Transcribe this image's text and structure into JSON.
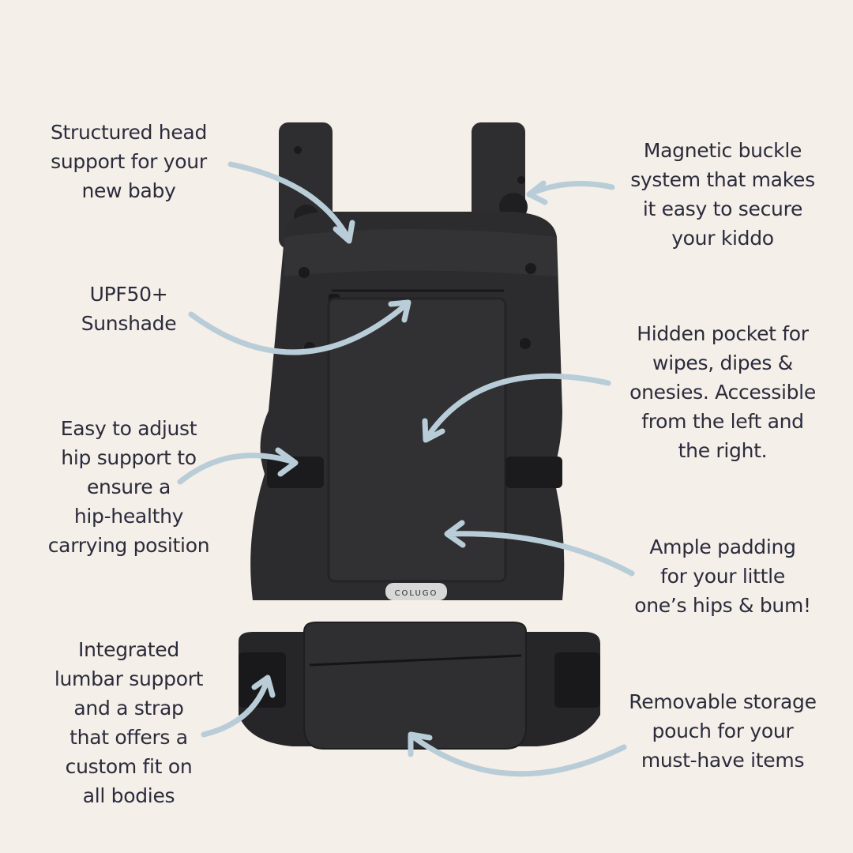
{
  "brand_logo": "COLUGO",
  "colors": {
    "background": "#f5efe9",
    "text": "#2b2b3b",
    "arrow": "#b8cdd8",
    "carrier": "#2a2a2c"
  },
  "left_features": [
    {
      "lines": [
        "Structured head",
        "support for your",
        "new baby"
      ]
    },
    {
      "lines": [
        "UPF50+",
        "Sunshade"
      ]
    },
    {
      "lines": [
        "Easy to adjust",
        "hip support to",
        "ensure a",
        "hip-healthy",
        "carrying position"
      ]
    },
    {
      "lines": [
        "Integrated",
        "lumbar support",
        "and a strap",
        "that offers a",
        "custom fit on",
        "all bodies"
      ]
    }
  ],
  "right_features": [
    {
      "lines": [
        "Magnetic buckle",
        "system that makes",
        "it easy to secure",
        "your kiddo"
      ]
    },
    {
      "lines": [
        "Hidden pocket for",
        "wipes, dipes &",
        "onesies. Accessible",
        "from the left and",
        "the right."
      ]
    },
    {
      "lines": [
        "Ample padding",
        "for your little",
        "one’s hips & bum!"
      ]
    },
    {
      "lines": [
        "Removable storage",
        "pouch for your",
        "must-have items"
      ]
    }
  ]
}
